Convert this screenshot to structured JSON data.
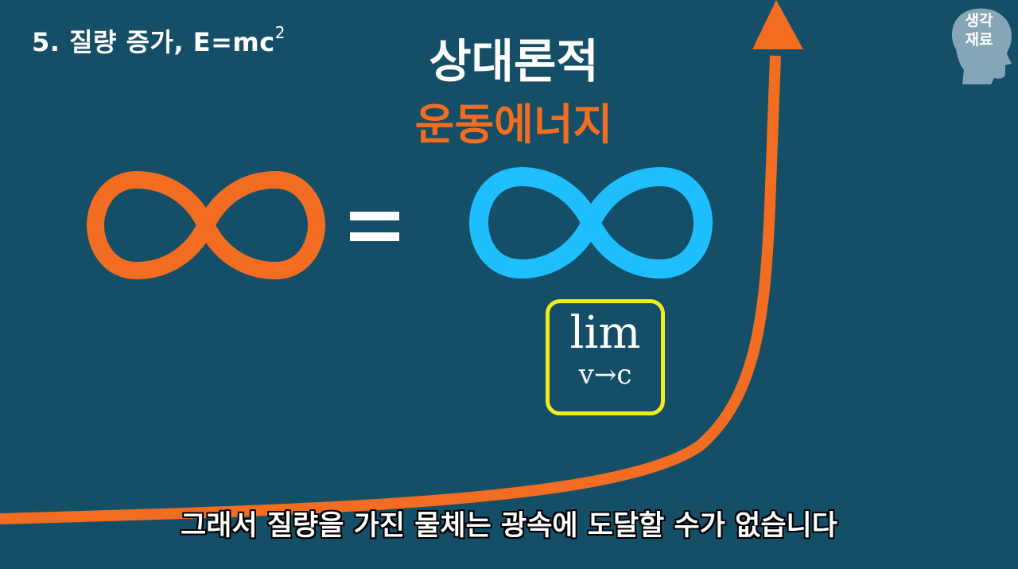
{
  "heading": {
    "text": "5. 질량 증가, E=mc",
    "superscript": "2"
  },
  "title": {
    "line1": "상대론적",
    "line2": "운동에너지"
  },
  "equation": {
    "left_symbol": "∞",
    "equals": "=",
    "right_symbol": "∞"
  },
  "limit_box": {
    "word": "lim",
    "subscript": "v→c"
  },
  "logo": {
    "line1": "생각",
    "line2": "재료"
  },
  "subtitle": "그래서 질량을 가진 물체는 광속에 도달할 수가 없습니다",
  "colors": {
    "background": "#144e67",
    "accent_orange": "#f26d21",
    "accent_blue": "#1fbfff",
    "box_yellow": "#f2ec1f"
  }
}
